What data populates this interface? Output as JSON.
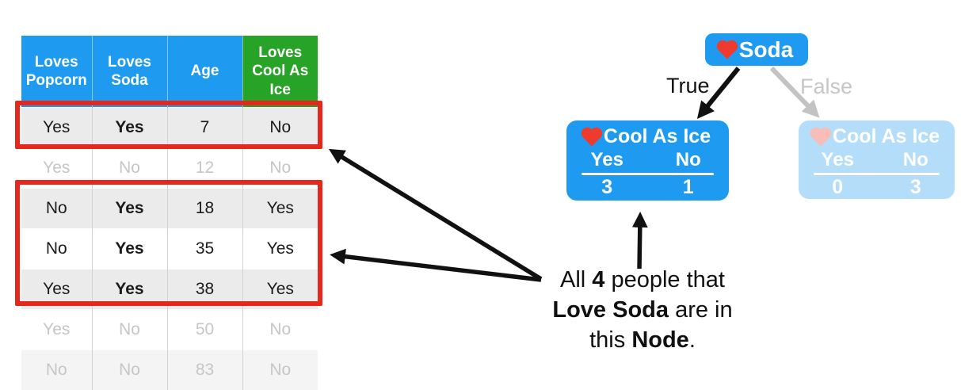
{
  "colors": {
    "header_blue": "#1e9bf0",
    "header_green": "#27a327",
    "highlight_red": "#e5281b",
    "node_blue": "#1e9bf0",
    "heart_red": "#ee3b2e",
    "faded_text": "#c6c6c6",
    "arrow_black": "#111111",
    "arrow_gray": "#c3c3c3",
    "row_stripe_gray": "#ebebeb"
  },
  "table": {
    "headers": [
      "Loves\nPopcorn",
      "Loves\nSoda",
      "Age",
      "Loves\nCool As\nIce"
    ],
    "rows": [
      {
        "cells": [
          "Yes",
          "Yes",
          "7",
          "No"
        ],
        "faded": false,
        "soda_bold": true,
        "highlighted": true
      },
      {
        "cells": [
          "Yes",
          "No",
          "12",
          "No"
        ],
        "faded": true,
        "soda_bold": false,
        "highlighted": false
      },
      {
        "cells": [
          "No",
          "Yes",
          "18",
          "Yes"
        ],
        "faded": false,
        "soda_bold": true,
        "highlighted": true
      },
      {
        "cells": [
          "No",
          "Yes",
          "35",
          "Yes"
        ],
        "faded": false,
        "soda_bold": true,
        "highlighted": true
      },
      {
        "cells": [
          "Yes",
          "Yes",
          "38",
          "Yes"
        ],
        "faded": false,
        "soda_bold": true,
        "highlighted": true
      },
      {
        "cells": [
          "Yes",
          "No",
          "50",
          "No"
        ],
        "faded": true,
        "soda_bold": false,
        "highlighted": false
      },
      {
        "cells": [
          "No",
          "No",
          "83",
          "No"
        ],
        "faded": true,
        "soda_bold": false,
        "highlighted": false
      }
    ]
  },
  "tree": {
    "root": {
      "label": "Soda",
      "heart": "heart-icon"
    },
    "true_label": "True",
    "false_label": "False",
    "left_node": {
      "label": "Cool As Ice",
      "yes_label": "Yes",
      "no_label": "No",
      "yes_count": "3",
      "no_count": "1"
    },
    "right_node": {
      "label": "Cool As Ice",
      "yes_label": "Yes",
      "no_label": "No",
      "yes_count": "0",
      "no_count": "3"
    }
  },
  "annotation": {
    "line1_pre": "All ",
    "line1_bold": "4",
    "line1_post": " people that",
    "line2_bold": "Love Soda",
    "line2_post": " are in",
    "line3_pre": "this ",
    "line3_bold": "Node",
    "line3_post": "."
  }
}
